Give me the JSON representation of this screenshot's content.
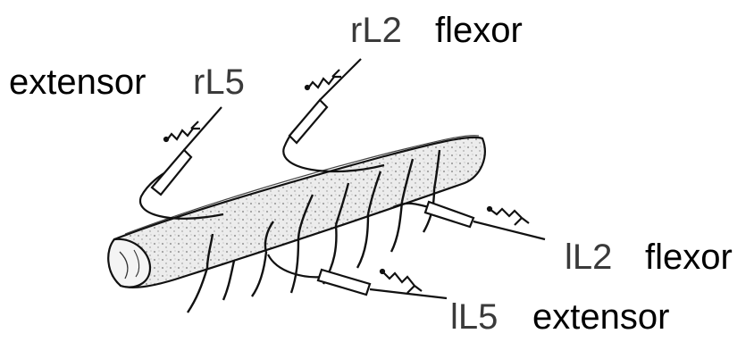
{
  "labels": {
    "top_left_function": "extensor",
    "top_left_root": "rL5",
    "top_right_root": "rL2",
    "top_right_function": "flexor",
    "mid_right_root": "lL2",
    "mid_right_function": "flexor",
    "bottom_root": "lL5",
    "bottom_function": "extensor"
  },
  "colors": {
    "ink": "#000000",
    "cord_fill": "#e9e9e9",
    "speckle": "#777777"
  }
}
